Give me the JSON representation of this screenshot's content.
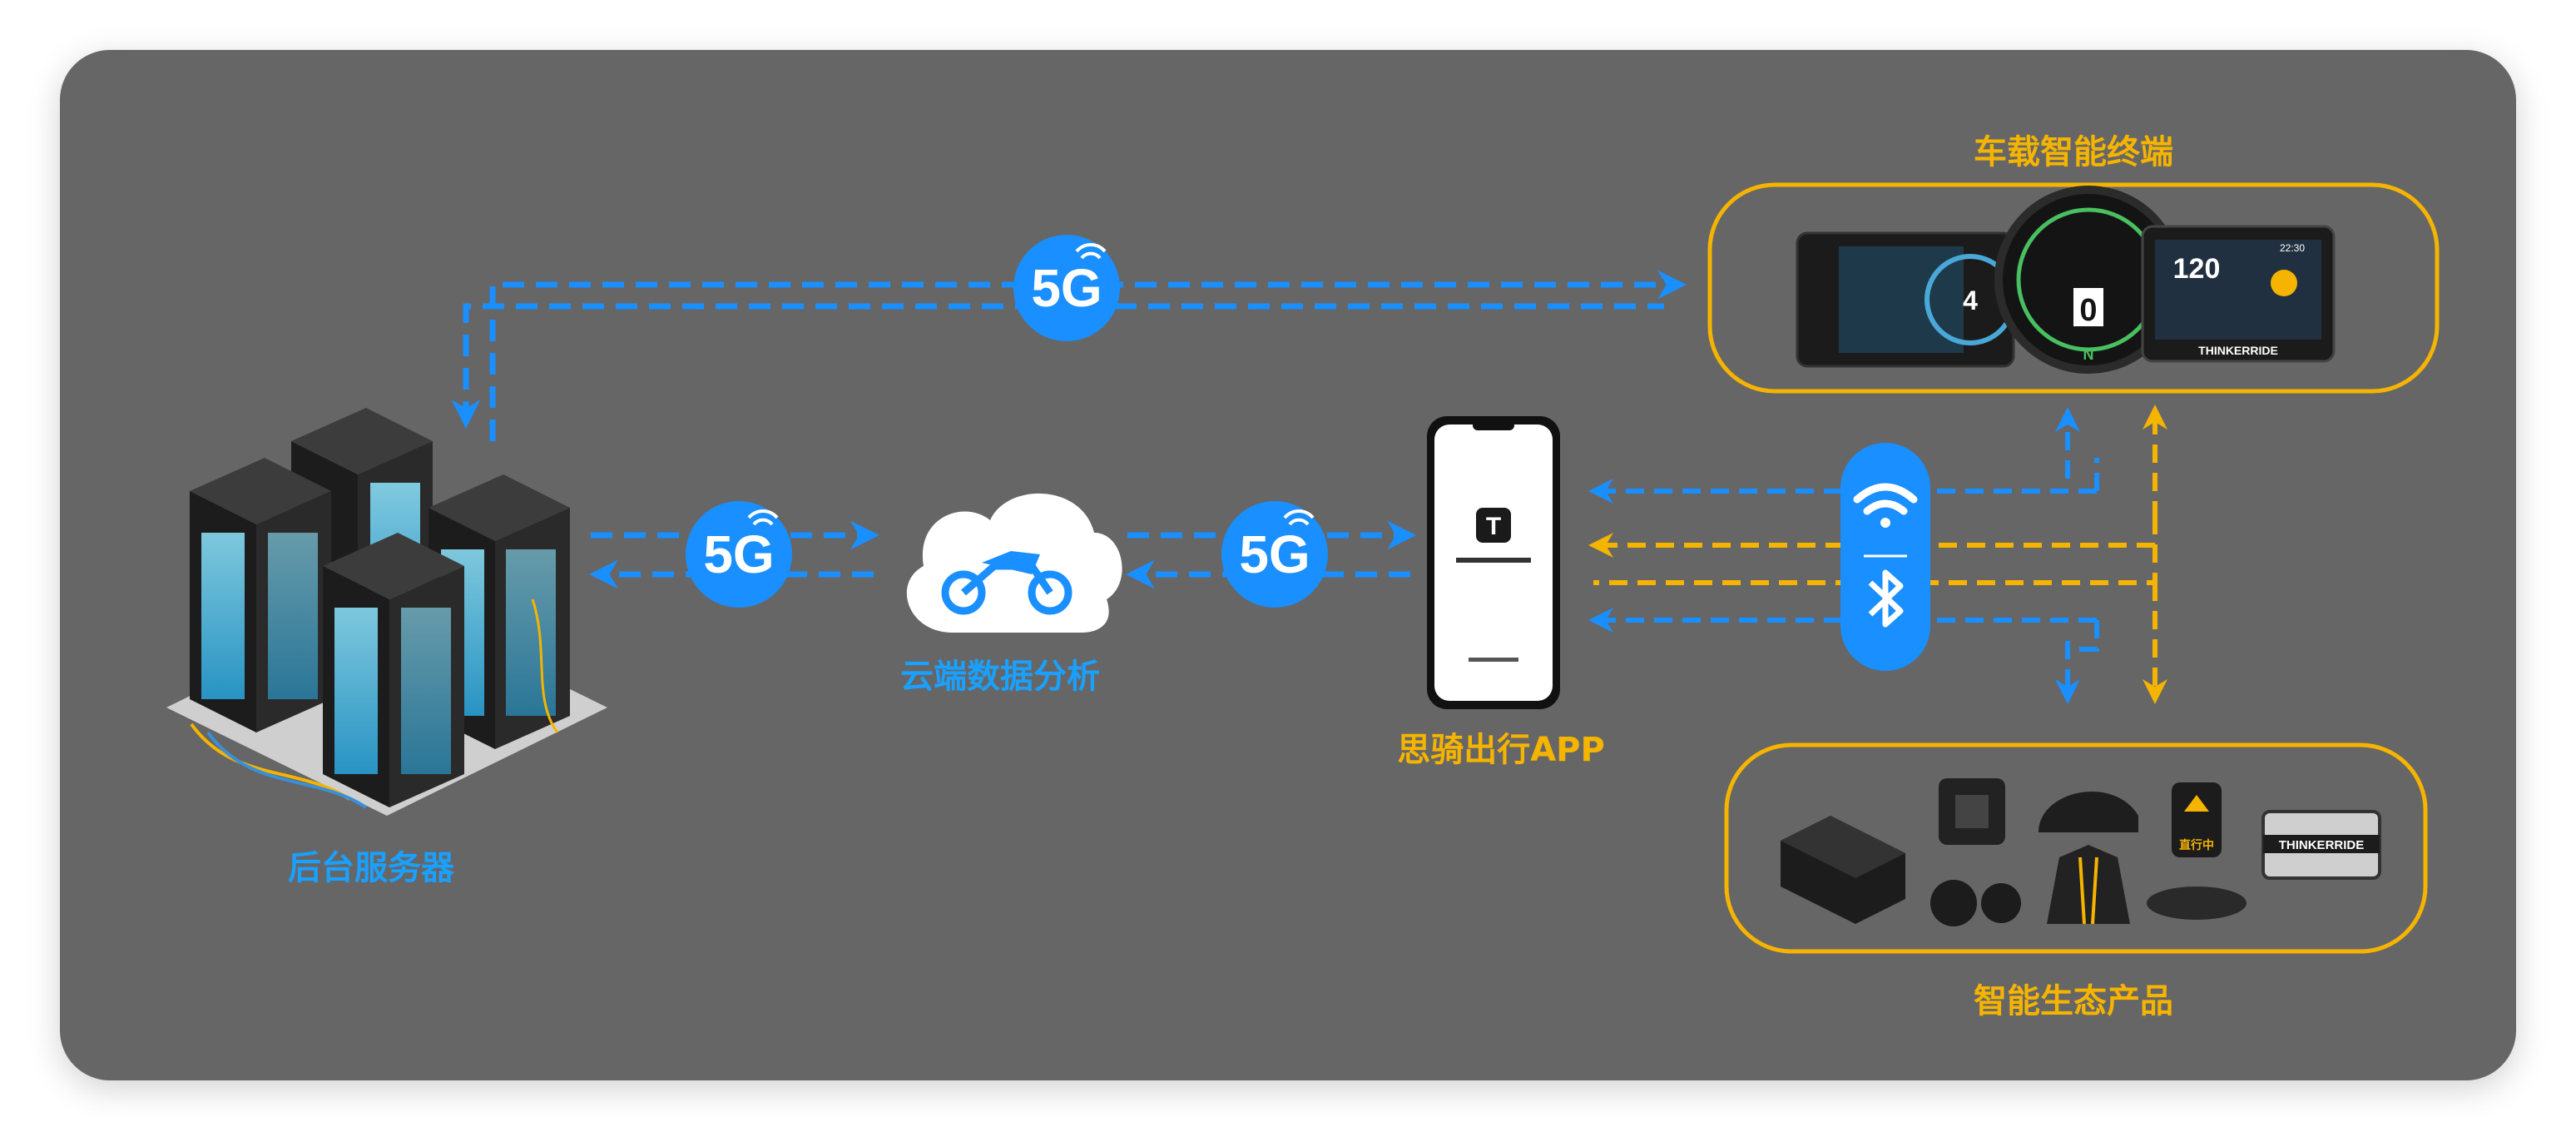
{
  "colors": {
    "background": "#ffffff",
    "panel": "#666666",
    "blue_accent": "#1a8fff",
    "yellow_accent": "#f5b400",
    "server_glow": "#5fd3ff"
  },
  "nodes": {
    "server": {
      "label": "后台服务器",
      "icon": "server-rack-icon"
    },
    "cloud": {
      "label": "云端数据分析",
      "icon": "cloud-motorcycle-icon"
    },
    "app": {
      "label": "思骑出行APP",
      "icon": "smartphone-icon",
      "screen_brand": "T"
    },
    "terminal": {
      "label": "车载智能终端",
      "icon": "dashboard-display-icon",
      "brand": "THINKERRIDE"
    },
    "eco": {
      "label": "智能生态产品",
      "icon": "ecosystem-products-icon",
      "brand": "THINKERRIDE",
      "badge": "直行中"
    }
  },
  "links": {
    "server_terminal": {
      "label": "5G"
    },
    "server_cloud": {
      "label": "5G"
    },
    "cloud_app": {
      "label": "5G"
    }
  },
  "connectivity": {
    "icons": [
      "wifi-icon",
      "bluetooth-icon"
    ]
  },
  "dashboard": {
    "speed_left": "4",
    "gear": "0",
    "speed_right": "120",
    "time": "22:30",
    "indicator": "N"
  }
}
